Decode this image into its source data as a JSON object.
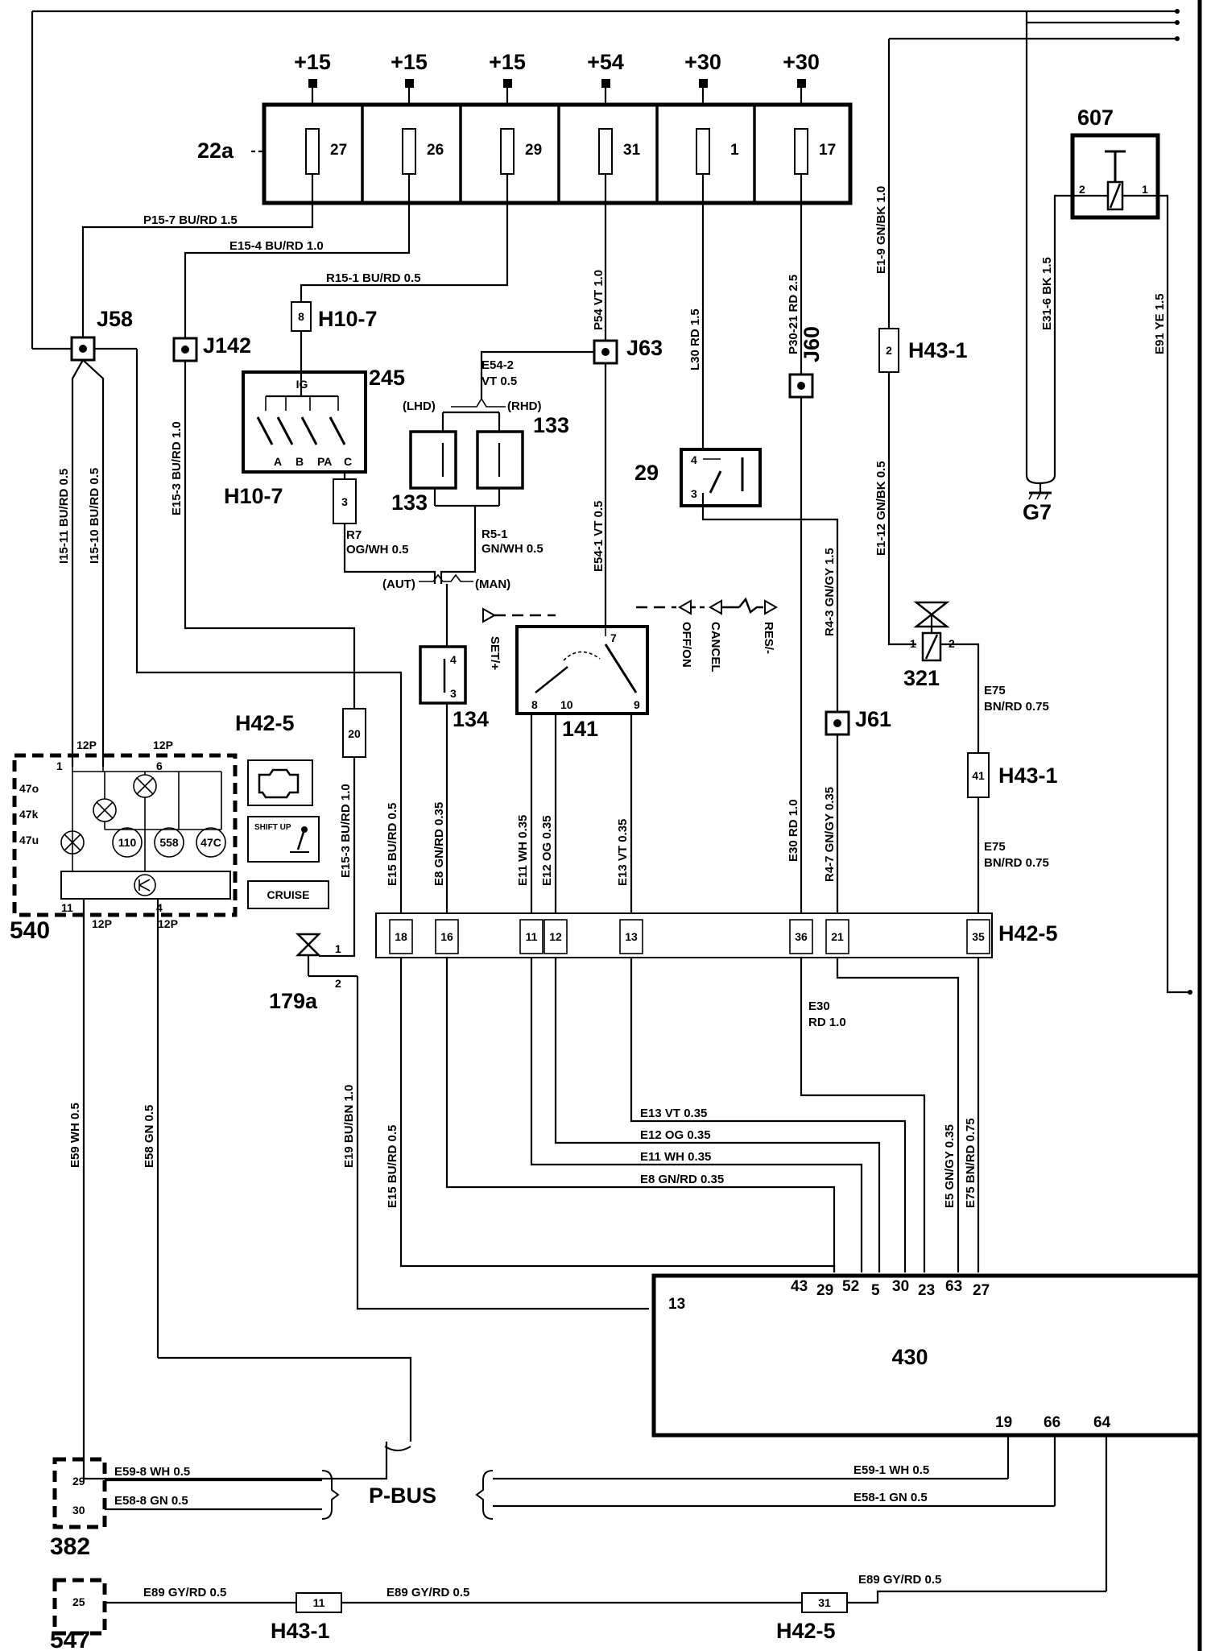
{
  "supply": {
    "t1": "+15",
    "t2": "+15",
    "t3": "+15",
    "t4": "+54",
    "t5": "+30",
    "t6": "+30"
  },
  "fusebox": {
    "id": "22a",
    "fuses": [
      "27",
      "26",
      "29",
      "31",
      "1",
      "17"
    ]
  },
  "wires": {
    "p15_7": "P15-7   BU/RD   1.5",
    "e15_4": "E15-4   BU/RD   1.0",
    "r15_1": "R15-1   BU/RD   0.5",
    "p54": "P54   VT   1.0",
    "l30": "L30   RD   1.5",
    "p30_21": "P30-21   RD   2.5",
    "e1_9": "E1-9   GN/BK   1.0",
    "e31_6": "E31-6   BK   1.5",
    "e91": "E91   YE   1.5",
    "i15_11": "I15-11   BU/RD   0.5",
    "i15_10": "I15-10   BU/RD   0.5",
    "e15_3a": "E15-3   BU/RD   1.0",
    "e54_2a": "E54-2",
    "e54_2b": "VT   0.5",
    "r7a": "R7",
    "r7b": "OG/WH   0.5",
    "r5_1a": "R5-1",
    "r5_1b": "GN/WH   0.5",
    "e54_1": "E54-1   VT   0.5",
    "r4_3": "R4-3   GN/GY   1.5",
    "e1_12": "E1-12   GN/BK   0.5",
    "e75a1": "E75",
    "e75a2": "BN/RD   0.75",
    "e75b1": "E75",
    "e75b2": "BN/RD   0.75",
    "e15_3b": "E15-3   BU/RD   1.0",
    "e15a": "E15   BU/RD   0.5",
    "e8a": "E8   GN/RD   0.35",
    "e11a": "E11   WH   0.35",
    "e12a": "E12   OG   0.35",
    "e13a": "E13   VT   0.35",
    "e30a": "E30   RD   1.0",
    "r4_7": "R4-7   GN/GY   0.35",
    "e30b1": "E30",
    "e30b2": "RD   1.0",
    "e59": "E59   WH   0.5",
    "e58": "E58   GN   0.5",
    "e19": "E19   BU/BN   1.0",
    "e15b": "E15   BU/RD   0.5",
    "e13b": "E13   VT   0.35",
    "e12b": "E12   OG   0.35",
    "e11b": "E11   WH   0.35",
    "e8b": "E8   GN/RD   0.35",
    "e5": "E5   GN/GY   0.35",
    "e75c": "E75   BN/RD   0.75",
    "e59_8": "E59-8    WH  0.5",
    "e58_8": "E58-8    GN  0.5",
    "e59_1": "E59-1    WH  0.5",
    "e58_1": "E58-1    GN  0.5",
    "e89a": "E89   GY/RD   0.5",
    "e89b": "E89   GY/RD   0.5",
    "e89c": "E89   GY/RD   0.5"
  },
  "components": {
    "j58": "J58",
    "j142": "J142",
    "j63": "J63",
    "j60": "J60",
    "j61": "J61",
    "h10_7a": "H10-7",
    "h10_7a_pin": "8",
    "h10_7b": "H10-7",
    "h10_7b_pin": "3",
    "c245": "245",
    "ig": "IG",
    "c245_a": "A",
    "c245_b": "B",
    "c245_pa": "PA",
    "c245_c": "C",
    "c133a": "133",
    "c133b": "133",
    "lhd": "(LHD)",
    "rhd": "(RHD)",
    "aut": "(AUT)",
    "man": "(MAN)",
    "c29": "29",
    "c29_p4": "4",
    "c29_p3": "3",
    "c607": "607",
    "c607_p2": "2",
    "c607_p1": "1",
    "g7": "G7",
    "h43_1a": "H43-1",
    "h43_1a_pin": "2",
    "c321": "321",
    "c321_p1": "1",
    "c321_p2": "2",
    "h43_1b": "H43-1",
    "h43_1b_pin": "41",
    "c134": "134",
    "c134_p4": "4",
    "c134_p3": "3",
    "c141": "141",
    "c141_p7": "7",
    "c141_p8": "8",
    "c141_p10": "10",
    "c141_p9": "9",
    "set": "SET/+",
    "offon": "OFF/ON",
    "cancel": "CANCEL",
    "res": "RES/-",
    "h42_5a": "H42-5",
    "h42_5a_pin": "20",
    "c540": "540",
    "c540_12p_a": "12P",
    "c540_12p_b": "12P",
    "c540_12p_c": "12P",
    "c540_12p_d": "12P",
    "c540_p1": "1",
    "c540_p6": "6",
    "c540_p11": "11",
    "c540_p4": "4",
    "c540_47o": "47o",
    "c540_47k": "47k",
    "c540_47u": "47u",
    "c540_110": "110",
    "c540_558": "558",
    "c540_47c": "47C",
    "shift_up": "SHIFT UP",
    "cruise": "CRUISE",
    "c179a": "179a",
    "c179a_p1": "1",
    "c179a_p2": "2",
    "h42_5b": "H42-5",
    "h42_5b_pins": [
      "18",
      "16",
      "11",
      "12",
      "13",
      "36",
      "21",
      "35"
    ],
    "c430": "430",
    "c430_pins_top": [
      "43",
      "29",
      "52",
      "5",
      "30",
      "23",
      "63",
      "27"
    ],
    "c430_pin13": "13",
    "c430_pins_bottom": [
      "19",
      "66",
      "64"
    ],
    "pbus": "P-BUS",
    "c382": "382",
    "c382_p29": "29",
    "c382_p30": "30",
    "c547": "547",
    "c547_p25": "25",
    "h43_1c": "H43-1",
    "h43_1c_pin": "11",
    "h42_5c": "H42-5",
    "h42_5c_pin": "31"
  }
}
